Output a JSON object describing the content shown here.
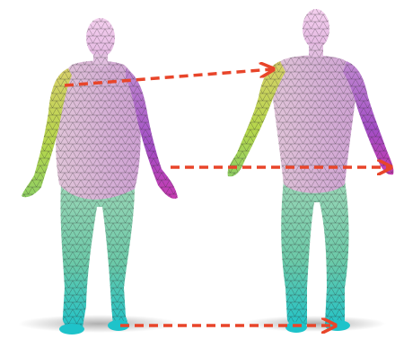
{
  "figure": {
    "left_body": {
      "icon": "mesh-body-icon"
    },
    "right_body": {
      "icon": "mesh-body-icon"
    },
    "correspondences": [
      {
        "name": "shoulder-correspondence",
        "color": "#e8452a"
      },
      {
        "name": "hand-correspondence",
        "color": "#e8452a"
      },
      {
        "name": "foot-correspondence",
        "color": "#e8452a"
      }
    ],
    "colors": {
      "head": "#f2c6e6",
      "torso": "#d9b3d6",
      "left_arm": "#b8d24a",
      "right_arm": "#9a3ec0",
      "legs_top": "#7fc7a8",
      "legs_bottom": "#23c7c4",
      "hand_right": "#c43ab8",
      "mesh": "#2a2a2a",
      "arrow": "#e8452a"
    }
  }
}
